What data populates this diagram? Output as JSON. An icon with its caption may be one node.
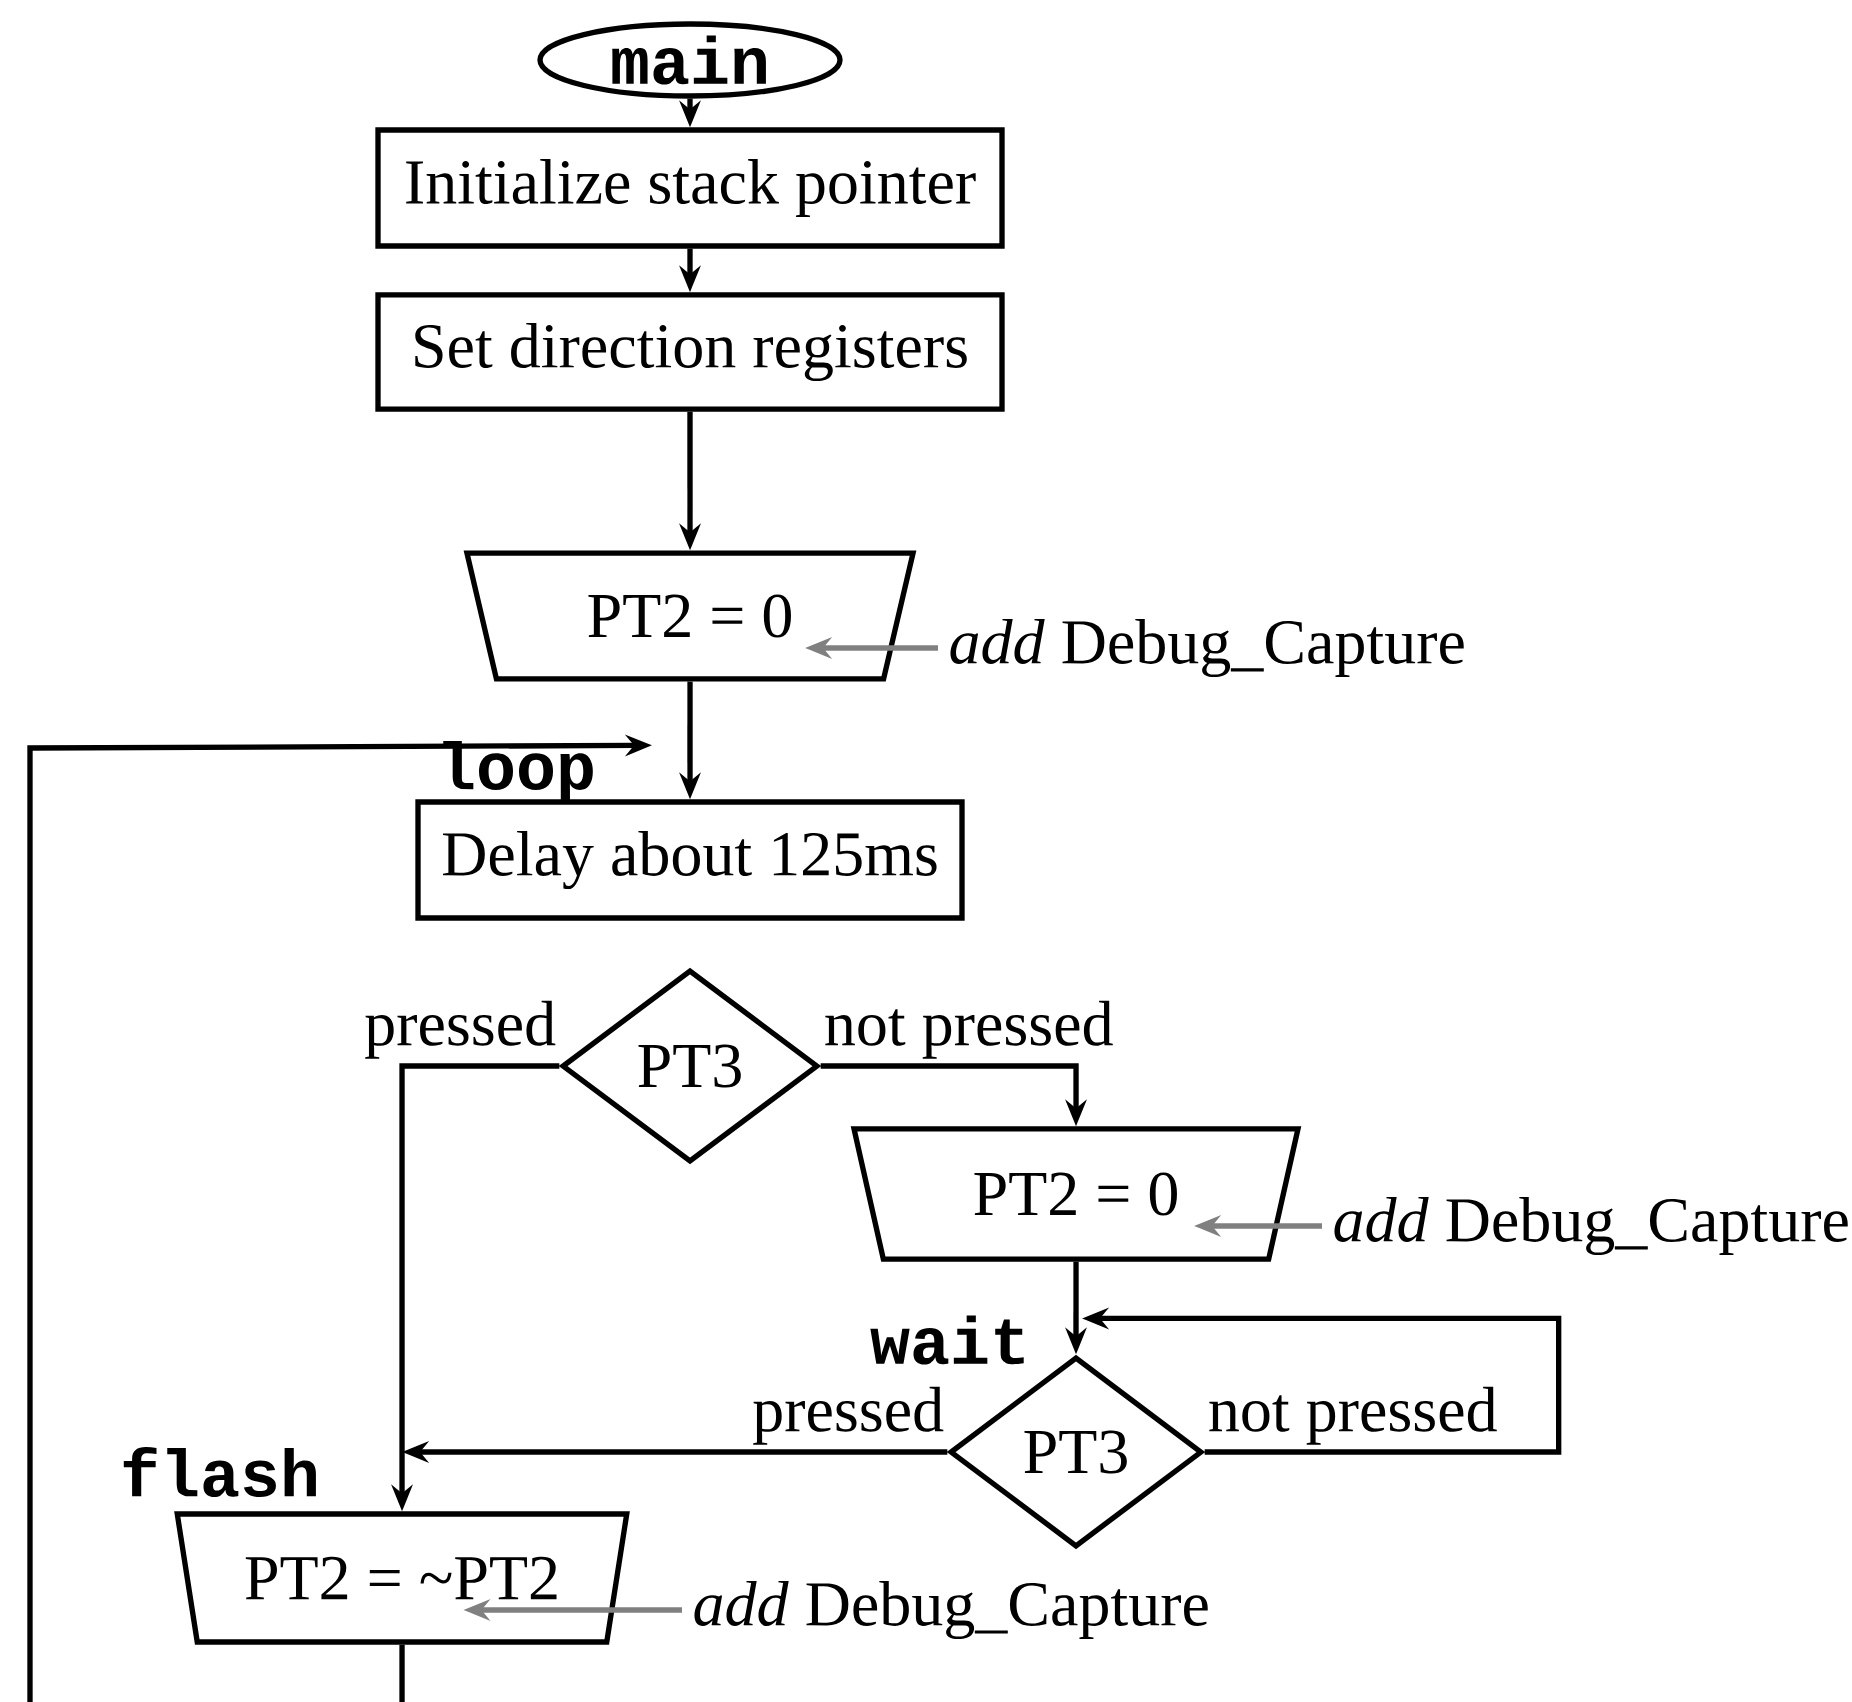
{
  "diagram": {
    "nodes": [
      {
        "text": [
          "main"
        ]
      },
      {
        "text": [
          "Initialize stack pointer"
        ]
      },
      {
        "text": [
          "Set direction registers"
        ]
      },
      {
        "text": [
          "PT2 = 0"
        ]
      },
      {
        "text": [
          "*add* Debug_Capture"
        ]
      },
      {
        "text": [
          "Delay about 125ms"
        ],
        "beside": [
          "loop"
        ]
      },
      {
        "text": [
          "PT3"
        ]
      },
      {
        "text": [
          "PT2 = 0"
        ]
      },
      {
        "text": [
          "*add* Debug_Capture"
        ]
      },
      {
        "text": [
          "PT3"
        ],
        "beside": [
          "wait"
        ]
      },
      {
        "text": [
          "PT2 = ~PT2"
        ],
        "beside": [
          "flash"
        ]
      },
      {
        "text": [
          "*add* Debug_Capture"
        ]
      }
    ],
    "edges": [
      {
        "from": 0,
        "to": 1,
        "arrow": "to"
      },
      {
        "from": 1,
        "to": 2,
        "arrow": "to"
      },
      {
        "from": 2,
        "to": 3,
        "arrow": "to"
      },
      {
        "from": 4,
        "to": 3,
        "arrow": "to",
        "color": "#808080"
      },
      {
        "from": 3,
        "to": 5,
        "arrow": "to"
      },
      {
        "from": 6,
        "to": 10,
        "arrow": "to",
        "label": "pressed"
      },
      {
        "from": 6,
        "to": 7,
        "arrow": "to",
        "label": "not pressed"
      },
      {
        "from": 8,
        "to": 7,
        "arrow": "to",
        "color": "#808080"
      },
      {
        "from": 7,
        "to": 9,
        "arrow": "to"
      },
      {
        "from": 9,
        "to": 10,
        "arrow": "to",
        "label": "pressed"
      },
      {
        "from": 9,
        "to": 9,
        "arrow": "to",
        "label": "not pressed"
      },
      {
        "from": 11,
        "to": 10,
        "arrow": "to",
        "color": "#808080"
      },
      {
        "from": 10,
        "to": 5,
        "arrow": "to"
      }
    ]
  }
}
